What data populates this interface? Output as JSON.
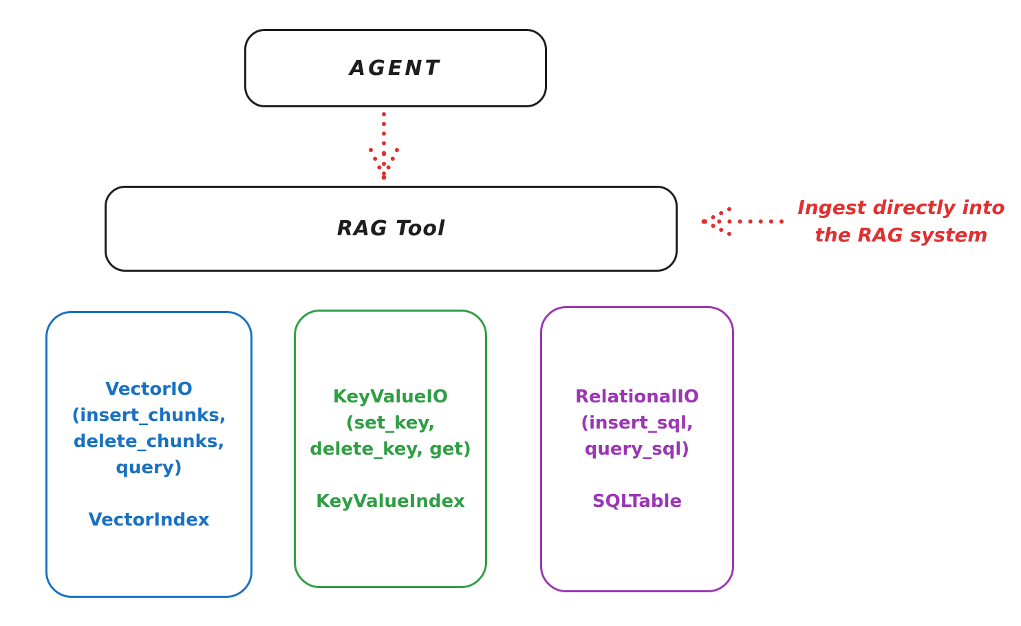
{
  "palette": {
    "ink": "#1e1e1e",
    "red": "#e03131"
  },
  "agent": {
    "label": "AGENT"
  },
  "rag": {
    "label": "RAG Tool"
  },
  "ingest_note": {
    "line1": "Ingest directly into",
    "line2": "the RAG system"
  },
  "arrows": [
    {
      "name": "agent-to-rag",
      "style": "dotted",
      "direction": "down",
      "color": "#e03131"
    },
    {
      "name": "ingest-into-rag",
      "style": "dotted",
      "direction": "left",
      "color": "#e03131"
    }
  ],
  "stores": [
    {
      "name": "vector-io",
      "color": "#1971c2",
      "lines": [
        "VectorIO",
        "(insert_chunks,",
        "delete_chunks,",
        "query)"
      ],
      "index": "VectorIndex"
    },
    {
      "name": "keyvalue-io",
      "color": "#2f9e44",
      "lines": [
        "KeyValueIO",
        "(set_key,",
        "delete_key, get)"
      ],
      "index": "KeyValueIndex"
    },
    {
      "name": "relational-io",
      "color": "#9c36b5",
      "lines": [
        "RelationalIO",
        "(insert_sql,",
        "query_sql)"
      ],
      "index": "SQLTable"
    }
  ]
}
